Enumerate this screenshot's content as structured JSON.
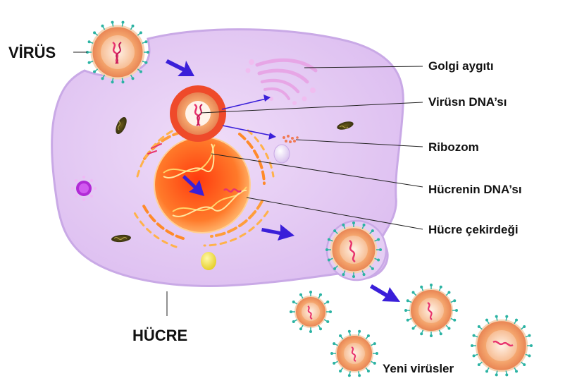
{
  "labels": {
    "virus": "VİRÜS",
    "cell": "HÜCRE",
    "golgi": "Golgi aygıtı",
    "viral_dna": "Virüsn DNA’sı",
    "ribosome": "Ribozom",
    "cell_dna": "Hücrenin DNA’sı",
    "nucleus": "Hücre çekirdeği",
    "new_viruses": "Yeni virüsler"
  },
  "colors": {
    "cytoplasm": "#e4cbf2",
    "membrane": "#c7a4e6",
    "nucleus_core": "#ff5a1f",
    "nucleus_edge": "#ffb36b",
    "virus_body": "#f3a06a",
    "virus_spike": "#2bb3a3",
    "dna_strand": "#e8336e",
    "arrow": "#3a1fd9",
    "golgi": "#e7a6e6"
  }
}
